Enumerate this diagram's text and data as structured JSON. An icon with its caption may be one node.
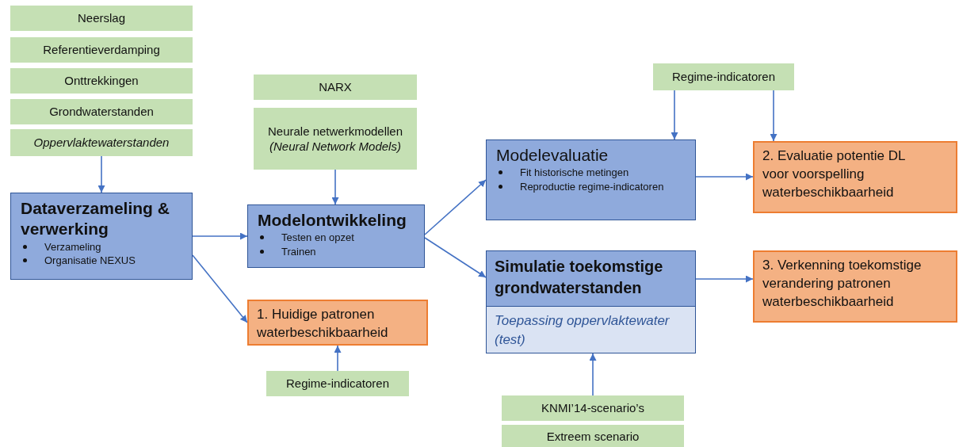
{
  "diagram": {
    "nodes": [
      {
        "text": [
          "Neerslag"
        ]
      },
      {
        "text": [
          "Referentieverdamping"
        ]
      },
      {
        "text": [
          "Onttrekkingen"
        ]
      },
      {
        "text": [
          "Grondwaterstanden"
        ]
      },
      {
        "text": [
          "Oppervlaktewaterstanden"
        ]
      },
      {
        "text": [
          "Dataverzameling & verwerking",
          "Verzameling",
          "Organisatie NEXUS"
        ]
      },
      {
        "text": [
          "NARX"
        ]
      },
      {
        "text": [
          "Neurale netwerkmodellen",
          "(Neural Network Models)"
        ]
      },
      {
        "text": [
          "Modelontwikkeling",
          "Testen en opzet",
          "Trainen"
        ]
      },
      {
        "text": [
          "1. Huidige patronen waterbeschikbaarheid"
        ]
      },
      {
        "text": [
          "Regime-indicatoren"
        ]
      },
      {
        "text": [
          "Regime-indicatoren"
        ]
      },
      {
        "text": [
          "Modelevaluatie",
          "Fit historische metingen",
          "Reproductie regime-indicatoren"
        ]
      },
      {
        "text": [
          "2. Evaluatie potentie DL voor voorspelling waterbeschikbaarheid"
        ]
      },
      {
        "text": [
          "Simulatie toekomstige grondwaterstanden",
          "Toepassing oppervlaktewater (test)"
        ]
      },
      {
        "text": [
          "3. Verkenning toekomstige verandering patronen waterbeschikbaarheid"
        ]
      },
      {
        "text": [
          "KNMI’14-scenario’s"
        ]
      },
      {
        "text": [
          "Extreem scenario"
        ]
      }
    ],
    "edges": [
      {
        "from": 4,
        "to": 5,
        "arrow": "to"
      },
      {
        "from": 5,
        "to": 8,
        "arrow": "to"
      },
      {
        "from": 5,
        "to": 9,
        "arrow": "to"
      },
      {
        "from": 7,
        "to": 8,
        "arrow": "to"
      },
      {
        "from": 10,
        "to": 9,
        "arrow": "to"
      },
      {
        "from": 8,
        "to": 12,
        "arrow": "to"
      },
      {
        "from": 8,
        "to": 14,
        "arrow": "to"
      },
      {
        "from": 11,
        "to": 12,
        "arrow": "to"
      },
      {
        "from": 11,
        "to": 13,
        "arrow": "to"
      },
      {
        "from": 12,
        "to": 13,
        "arrow": "to"
      },
      {
        "from": 14,
        "to": 15,
        "arrow": "to"
      },
      {
        "from": 16,
        "to": 14,
        "arrow": "to"
      }
    ]
  }
}
